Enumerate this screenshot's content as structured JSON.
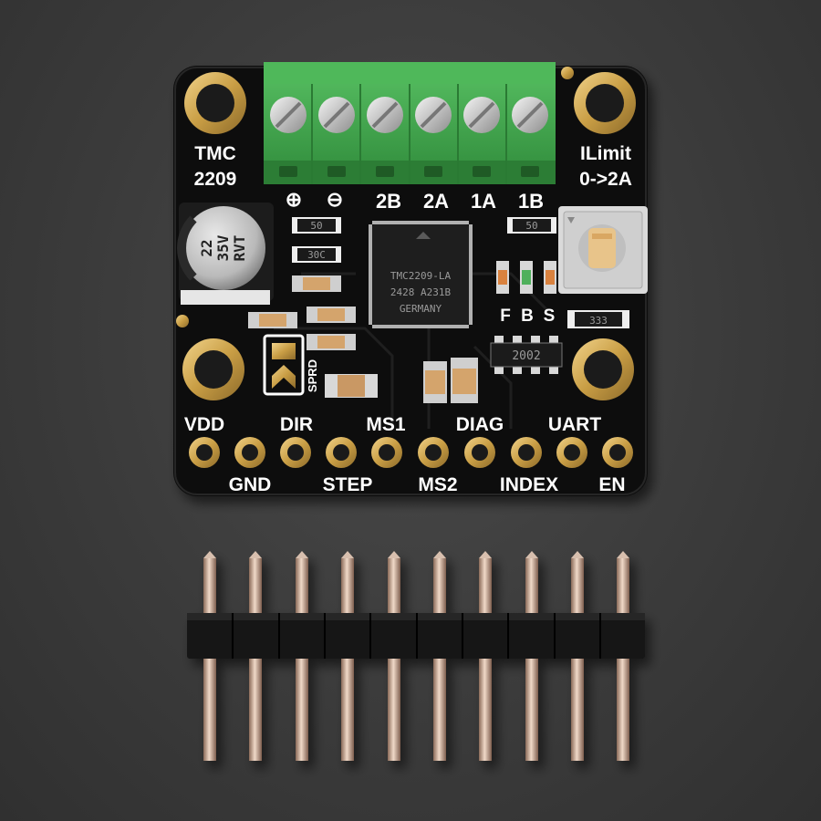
{
  "board": {
    "name_line1": "TMC",
    "name_line2": "2209",
    "ilimit_line1": "ILimit",
    "ilimit_line2": "0->2A"
  },
  "terminal_labels": {
    "plus": "⊕",
    "minus": "⊖",
    "t2b": "2B",
    "t2a": "2A",
    "t1a": "1A",
    "t1b": "1B"
  },
  "capacitor": {
    "line1": "22",
    "line2": "35V",
    "line3": "RVT"
  },
  "chip": {
    "line1": "TMC2209-LA",
    "line2": "2428 A231B",
    "line3": "GERMANY"
  },
  "smd_markings": {
    "r_top_left": "50",
    "r_top_right": "50",
    "r_mid_left": "30C",
    "r_bottom_right": "2002",
    "r_right": "333"
  },
  "led_labels": {
    "f": "F",
    "b": "B",
    "s": "S"
  },
  "jumper_label": "SPRD",
  "pins_top_labels": [
    "VDD",
    "DIR",
    "MS1",
    "DIAG",
    "UART"
  ],
  "pins_bottom_labels": [
    "GND",
    "STEP",
    "MS2",
    "INDEX",
    "EN"
  ],
  "colors": {
    "pcb": "#111111",
    "terminal_block": "#3ea84a",
    "gold": "#c9a24a",
    "header_plastic": "#141414"
  }
}
